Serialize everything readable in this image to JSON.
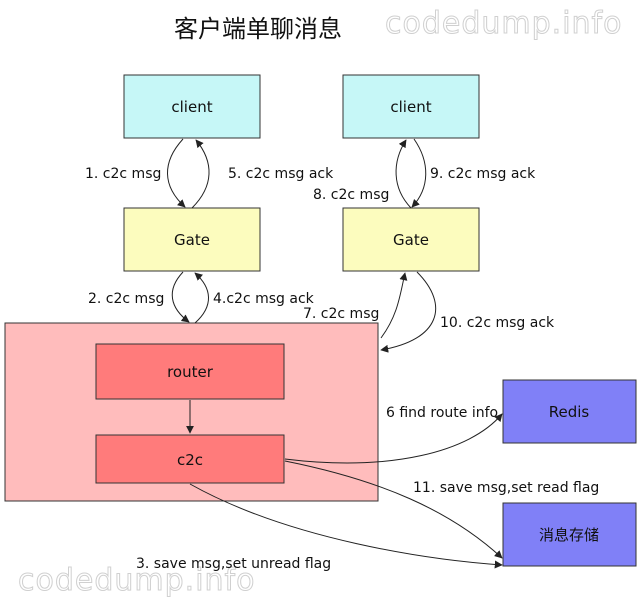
{
  "title": "客户端单聊消息",
  "watermark": "codedump.info",
  "colors": {
    "client_fill": "#c6f7f7",
    "gate_fill": "#fcfcbe",
    "server_fill": "#ffbcbc",
    "inner_fill": "#ff7b7b",
    "store_fill": "#8080f7",
    "edge": "#222222"
  },
  "nodes": {
    "client_left": "client",
    "client_right": "client",
    "gate_left": "Gate",
    "gate_right": "Gate",
    "router": "router",
    "c2c": "c2c",
    "redis": "Redis",
    "msg_store": "消息存储"
  },
  "edges": {
    "e1": "1. c2c msg",
    "e2": "2. c2c msg",
    "e3": "3. save msg,set unread flag",
    "e4": "4.c2c msg ack",
    "e5": "5. c2c msg ack",
    "e6": "6 find route info",
    "e7": "7. c2c msg",
    "e8": "8. c2c msg",
    "e9": "9. c2c msg ack",
    "e10": "10. c2c msg ack",
    "e11": "11. save msg,set read flag"
  }
}
